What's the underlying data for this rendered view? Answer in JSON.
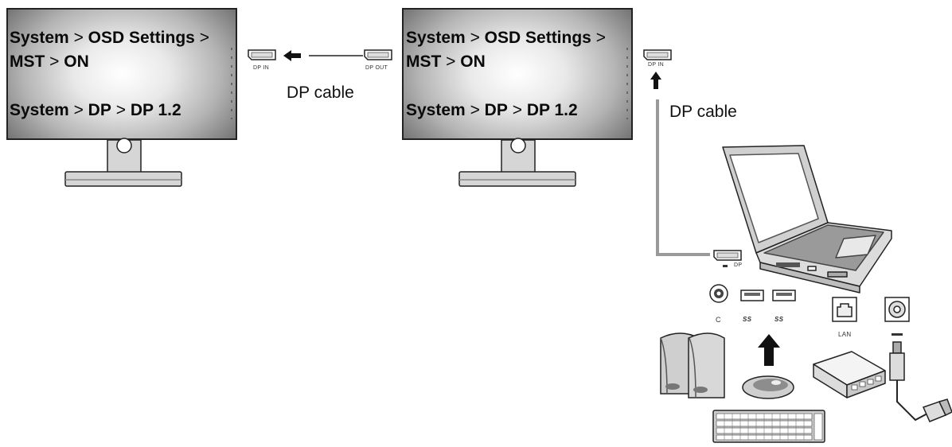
{
  "osd": {
    "line1_system": "System",
    "line1_gt1": ">",
    "line1_osd": "OSD Settings",
    "line1_gt2": ">",
    "line2_mst": "MST",
    "line2_gt": ">",
    "line2_on": "ON",
    "line3_system": "System",
    "line3_gt1": ">",
    "line3_dp": "DP",
    "line3_gt2": ">",
    "line3_ver": "DP 1.2"
  },
  "labels": {
    "cable_top": "DP cable",
    "cable_right": "DP cable",
    "port_in_left": "DP IN",
    "port_out": "DP OUT",
    "port_in_right": "DP IN",
    "port_laptop": "DP",
    "port_audio": "C",
    "port_usb1": "SS",
    "port_usb2": "SS",
    "port_lan": "LAN"
  },
  "icons": {
    "dp_port": "displayport-icon",
    "arrow": "arrow-icon",
    "laptop": "laptop-icon",
    "speakers": "speakers-icon",
    "mouse": "mouse-icon",
    "keyboard": "keyboard-icon",
    "router": "router-icon",
    "power": "power-plug-icon"
  },
  "colors": {
    "line": "#222222",
    "cable": "#aaaaaa",
    "device_fill": "#d9d9d9",
    "device_dark": "#7a7a7a"
  }
}
